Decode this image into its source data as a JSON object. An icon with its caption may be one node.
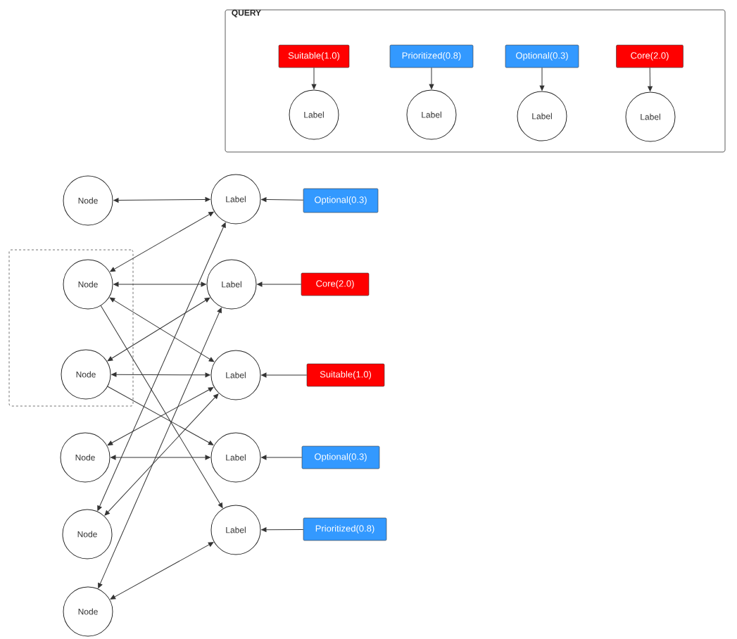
{
  "diagram": {
    "nodes": [
      {
        "text": [
          "QUERY"
        ]
      },
      {
        "text": [
          "Suitable(1.0)"
        ],
        "in": 0
      },
      {
        "text": [
          "Prioritized(0.8)"
        ],
        "in": 0
      },
      {
        "text": [
          "Optional(0.3)"
        ],
        "in": 0
      },
      {
        "text": [
          "Core(2.0)"
        ],
        "in": 0
      },
      {
        "text": [
          "Label"
        ],
        "in": 0
      },
      {
        "text": [
          "Label"
        ],
        "in": 0
      },
      {
        "text": [
          "Label"
        ],
        "in": 0
      },
      {
        "text": [
          "Label"
        ],
        "in": 0
      },
      {
        "text": [
          "Node"
        ]
      },
      {
        "text": [
          "Label"
        ]
      },
      {
        "text": [
          "Optional(0.3)"
        ]
      },
      {
        "text": [],
        "shape": "box"
      },
      {
        "text": [
          "Node"
        ],
        "in": 12
      },
      {
        "text": [
          "Label"
        ]
      },
      {
        "text": [
          "Core(2.0)"
        ]
      },
      {
        "text": [
          "Node"
        ],
        "in": 12
      },
      {
        "text": [
          "Label"
        ]
      },
      {
        "text": [
          "Suitable(1.0)"
        ]
      },
      {
        "text": [
          "Node"
        ]
      },
      {
        "text": [
          "Label"
        ]
      },
      {
        "text": [
          "Optional(0.3)"
        ]
      },
      {
        "text": [
          "Node"
        ]
      },
      {
        "text": [
          "Label"
        ]
      },
      {
        "text": [
          "Prioritized(0.8)"
        ]
      },
      {
        "text": [
          "Node"
        ]
      }
    ],
    "edges": [
      {
        "from": 1,
        "to": 5,
        "arrow": "to"
      },
      {
        "from": 2,
        "to": 6,
        "arrow": "to"
      },
      {
        "from": 3,
        "to": 7,
        "arrow": "to"
      },
      {
        "from": 4,
        "to": 8,
        "arrow": "to"
      },
      {
        "from": 11,
        "to": 10,
        "arrow": "to"
      },
      {
        "from": 15,
        "to": 14,
        "arrow": "to"
      },
      {
        "from": 18,
        "to": 17,
        "arrow": "to"
      },
      {
        "from": 21,
        "to": 20,
        "arrow": "to"
      },
      {
        "from": 24,
        "to": 23,
        "arrow": "to"
      },
      {
        "from": 9,
        "to": 10,
        "arrow": "both"
      },
      {
        "from": 13,
        "to": 10,
        "arrow": "both"
      },
      {
        "from": 13,
        "to": 14,
        "arrow": "both"
      },
      {
        "from": 13,
        "to": 17,
        "arrow": "both"
      },
      {
        "from": 13,
        "to": 23,
        "arrow": "to"
      },
      {
        "from": 16,
        "to": 14,
        "arrow": "both"
      },
      {
        "from": 16,
        "to": 17,
        "arrow": "both"
      },
      {
        "from": 16,
        "to": 20,
        "arrow": "to"
      },
      {
        "from": 19,
        "to": 17,
        "arrow": "both"
      },
      {
        "from": 19,
        "to": 20,
        "arrow": "both"
      },
      {
        "from": 22,
        "to": 10,
        "arrow": "both"
      },
      {
        "from": 22,
        "to": 17,
        "arrow": "both"
      },
      {
        "from": 25,
        "to": 14,
        "arrow": "both"
      },
      {
        "from": 25,
        "to": 23,
        "arrow": "both"
      }
    ]
  }
}
